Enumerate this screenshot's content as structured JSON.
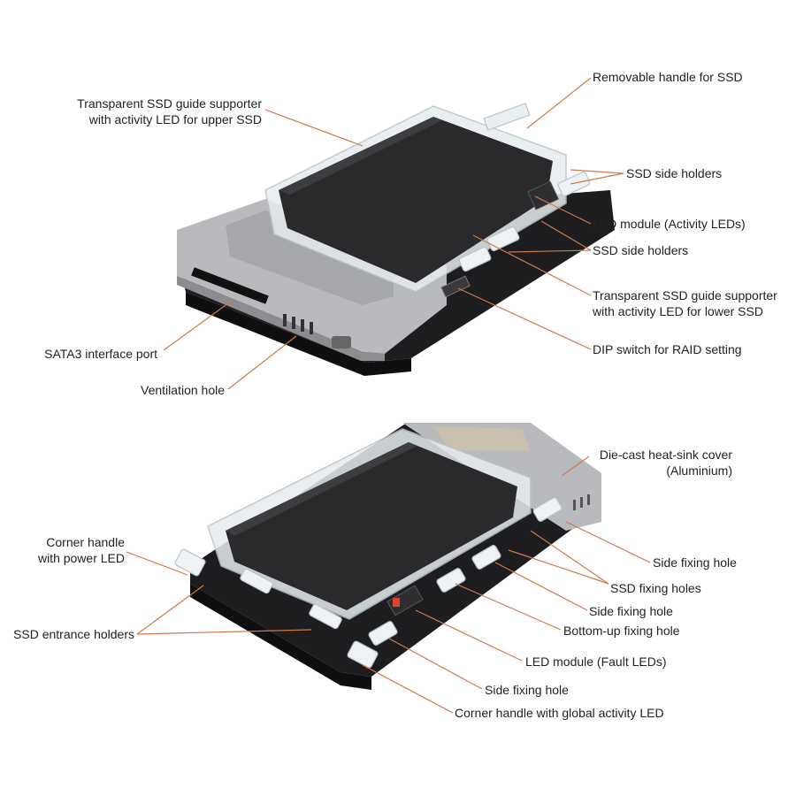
{
  "callouts": {
    "removable_handle": "Removable handle for SSD",
    "guide_upper_1": "Transparent SSD guide supporter",
    "guide_upper_2": "with activity LED for upper SSD",
    "side_holders_1": "SSD side holders",
    "led_activity": "LED module (Activity LEDs)",
    "side_holders_2": "SSD side holders",
    "guide_lower_1": "Transparent SSD guide supporter",
    "guide_lower_2": "with activity LED for lower SSD",
    "sata_port": "SATA3 interface port",
    "dip_switch": "DIP switch for RAID setting",
    "ventilation": "Ventilation hole",
    "heatsink_1": "Die-cast heat-sink cover",
    "heatsink_2": "(Aluminium)",
    "corner_power_1": "Corner handle",
    "corner_power_2": "with power LED",
    "side_fixing_1": "Side fixing hole",
    "ssd_fixing": "SSD fixing holes",
    "entrance_holders": "SSD entrance holders",
    "side_fixing_2": "Side fixing hole",
    "bottom_up": "Bottom-up fixing hole",
    "led_fault": "LED module (Fault LEDs)",
    "side_fixing_3": "Side fixing hole",
    "corner_global": "Corner handle with global activity LED"
  },
  "colors": {
    "leader": "#d07a4a",
    "text": "#222222",
    "aluminium": "#b9babd",
    "ssd": "#2a2a2c",
    "pcb": "#1c1c1e",
    "clear_plastic": "#e6ecef"
  }
}
